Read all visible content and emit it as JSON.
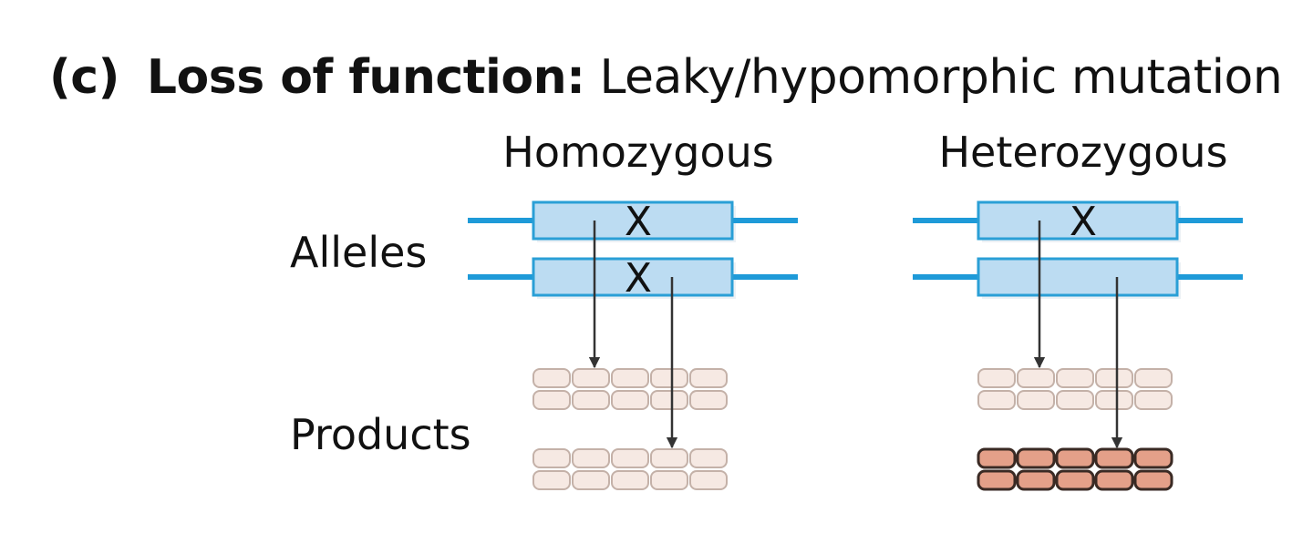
{
  "heading": {
    "panel_label": "(c)",
    "title_bold": "Loss of function:",
    "title_rest": "Leaky/hypomorphic mutation"
  },
  "columns": [
    {
      "label": "Homozygous",
      "alleles": [
        {
          "mutation_mark": "X"
        },
        {
          "mutation_mark": "X"
        }
      ],
      "product_stacks": [
        {
          "state": "reduced"
        },
        {
          "state": "reduced"
        }
      ]
    },
    {
      "label": "Heterozygous",
      "alleles": [
        {
          "mutation_mark": "X"
        },
        {
          "mutation_mark": ""
        }
      ],
      "product_stacks": [
        {
          "state": "reduced"
        },
        {
          "state": "normal"
        }
      ]
    }
  ],
  "row_labels": {
    "alleles": "Alleles",
    "products": "Products"
  },
  "colors": {
    "allele_fill": "#bcdcf2",
    "allele_stroke": "#2a9fd6",
    "allele_line": "#1e9ad8",
    "reduced_fill": "#f6e9e3",
    "reduced_stroke": "#c4b1a8",
    "normal_fill": "#e4a089",
    "normal_stroke": "#3a2a24",
    "arrow": "#333333"
  }
}
